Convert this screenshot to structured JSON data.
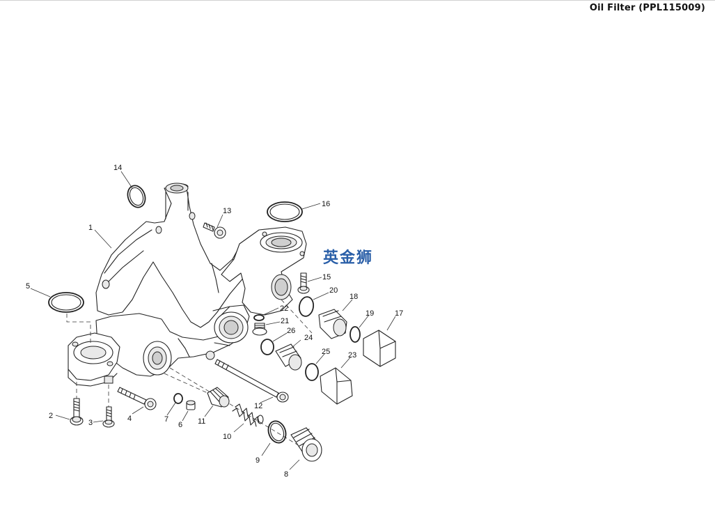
{
  "page": {
    "title": "Oil Filter (PPL115009)",
    "watermark": "英金狮"
  },
  "callouts": [
    "1",
    "2",
    "3",
    "4",
    "5",
    "6",
    "7",
    "8",
    "9",
    "10",
    "11",
    "12",
    "13",
    "14",
    "15",
    "16",
    "17",
    "18",
    "19",
    "20",
    "21",
    "22",
    "23",
    "24",
    "25",
    "26"
  ]
}
